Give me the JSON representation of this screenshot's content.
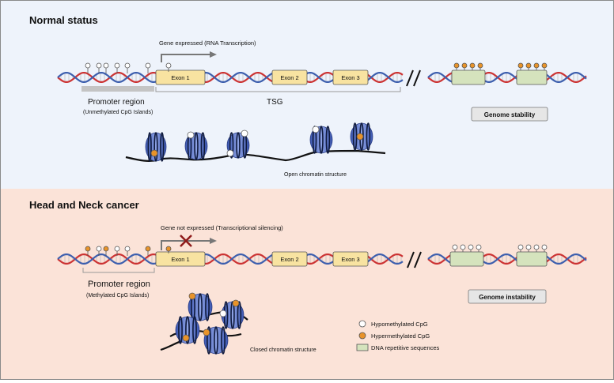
{
  "normal": {
    "title": "Normal status",
    "gene_label": "Gene expressed (RNA Transcription)",
    "exons": [
      "Exon 1",
      "Exon 2",
      "Exon 3"
    ],
    "promoter_label": "Promoter region",
    "promoter_sub": "(Unmethylated CpG Islands)",
    "tsg_label": "TSG",
    "genome_label": "Genome stability",
    "chromatin_label": "Open chromatin structure"
  },
  "cancer": {
    "title": "Head and Neck cancer",
    "gene_label": "Gene not expressed (Transcriptional silencing)",
    "exons": [
      "Exon 1",
      "Exon 2",
      "Exon 3"
    ],
    "promoter_label": "Promoter region",
    "promoter_sub": "(Methylated CpG Islands)",
    "genome_label": "Genome instability",
    "chromatin_label": "Closed chromatin structure"
  },
  "legend": {
    "hypo": "Hypomethylated CpG",
    "hyper": "Hypermethylated CpG",
    "repeat": "DNA repetitive sequences"
  },
  "colors": {
    "normal_bg": "#eef3fb",
    "cancer_bg": "#fbe3d8",
    "exon_fill": "#f8e3a1",
    "repeat_fill": "#d5e3bd",
    "hyper": "#e8932a",
    "nucleosome": "#5f7ed6",
    "dna_red": "#cc3333",
    "dna_blue": "#3d5fae"
  }
}
